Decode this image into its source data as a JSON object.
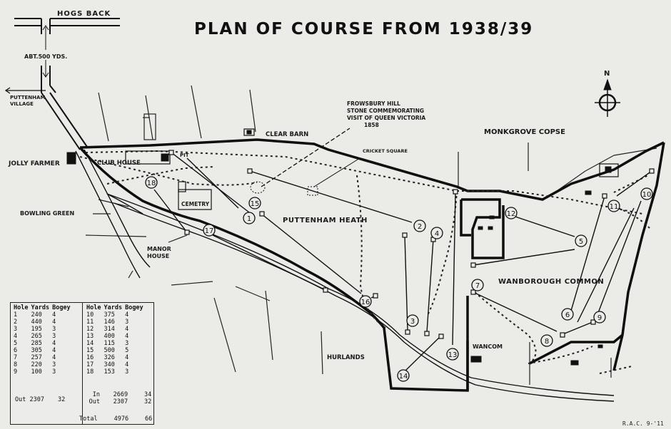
{
  "title": "PLAN OF COURSE FROM 1938/39",
  "signature": "R.A.C. 9-'11",
  "labels": {
    "hogs_back": "HOGS BACK",
    "distance": "ABT.500 YDS.",
    "puttenham_village_1": "PUTTENHAM",
    "puttenham_village_2": "VILLAGE",
    "jolly_farmer": "JOLLY FARMER",
    "club_house": "CLUB HOUSE",
    "pit": "PIT",
    "clear_barn": "CLEAR BARN",
    "frowsbury_1": "FROWSBURY HILL",
    "frowsbury_2": "STONE COMMEMORATING",
    "frowsbury_3": "VISIT OF QUEEN VICTORIA",
    "frowsbury_4": "1858",
    "cricket_square": "CRICKET SQUARE",
    "monkgrove_copse": "MONKGROVE COPSE",
    "bowling_green": "BOWLING GREEN",
    "cemetry": "CEMETRY",
    "manor_house_1": "MANOR",
    "manor_house_2": "HOUSE",
    "puttenham_heath": "PUTTENHAM HEATH",
    "wanborough_common": "WANBOROUGH COMMON",
    "wancom": "WANCOM",
    "hurlands": "HURLANDS",
    "compass_n": "N"
  },
  "holes": [
    {
      "num": "1"
    },
    {
      "num": "2"
    },
    {
      "num": "3"
    },
    {
      "num": "4"
    },
    {
      "num": "5"
    },
    {
      "num": "6"
    },
    {
      "num": "7"
    },
    {
      "num": "8"
    },
    {
      "num": "9"
    },
    {
      "num": "10"
    },
    {
      "num": "11"
    },
    {
      "num": "12"
    },
    {
      "num": "13"
    },
    {
      "num": "14"
    },
    {
      "num": "15"
    },
    {
      "num": "16"
    },
    {
      "num": "17"
    },
    {
      "num": "18"
    }
  ],
  "scorecard": {
    "headers": {
      "hole": "Hole",
      "yards": "Yards",
      "bogey": "Bogey"
    },
    "front": [
      {
        "hole": "1",
        "yards": "240",
        "bogey": "4"
      },
      {
        "hole": "2",
        "yards": "440",
        "bogey": "4"
      },
      {
        "hole": "3",
        "yards": "195",
        "bogey": "3"
      },
      {
        "hole": "4",
        "yards": "265",
        "bogey": "3"
      },
      {
        "hole": "5",
        "yards": "285",
        "bogey": "4"
      },
      {
        "hole": "6",
        "yards": "305",
        "bogey": "4"
      },
      {
        "hole": "7",
        "yards": "257",
        "bogey": "4"
      },
      {
        "hole": "8",
        "yards": "220",
        "bogey": "3"
      },
      {
        "hole": "9",
        "yards": "100",
        "bogey": "3"
      }
    ],
    "back": [
      {
        "hole": "10",
        "yards": "375",
        "bogey": "4"
      },
      {
        "hole": "11",
        "yards": "146",
        "bogey": "3"
      },
      {
        "hole": "12",
        "yards": "314",
        "bogey": "4"
      },
      {
        "hole": "13",
        "yards": "400",
        "bogey": "4"
      },
      {
        "hole": "14",
        "yards": "115",
        "bogey": "3"
      },
      {
        "hole": "15",
        "yards": "500",
        "bogey": "5"
      },
      {
        "hole": "16",
        "yards": "326",
        "bogey": "4"
      },
      {
        "hole": "17",
        "yards": "340",
        "bogey": "4"
      },
      {
        "hole": "18",
        "yards": "153",
        "bogey": "3"
      }
    ],
    "out_label": "Out",
    "out_yards": "2307",
    "out_bogey": "32",
    "in_label": "In",
    "in_yards": "2669",
    "in_bogey": "34",
    "out2_label": "Out",
    "out2_yards": "2307",
    "out2_bogey": "32",
    "total_label": "Total",
    "total_yards": "4976",
    "total_bogey": "66"
  }
}
